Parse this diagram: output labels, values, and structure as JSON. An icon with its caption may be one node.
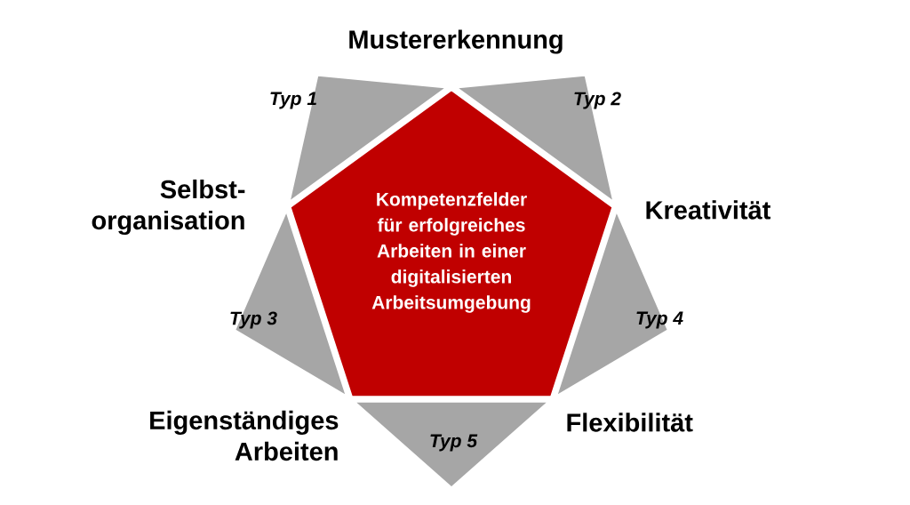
{
  "diagram": {
    "nodes": [
      {
        "text": [
          "Kompetenzfelder für erfolgreiches Arbeiten in einer digitalisierten Arbeitsumgebung"
        ]
      },
      {
        "text": [
          "Typ 1"
        ]
      },
      {
        "text": [
          "Typ 2"
        ]
      },
      {
        "text": [
          "Typ 3"
        ]
      },
      {
        "text": [
          "Typ 4"
        ]
      },
      {
        "text": [
          "Typ 5"
        ]
      }
    ],
    "labels": [
      "Mustererkennung",
      "Selbst-organisation",
      "Kreativität",
      "Eigenständiges Arbeiten",
      "Flexibilität"
    ]
  }
}
